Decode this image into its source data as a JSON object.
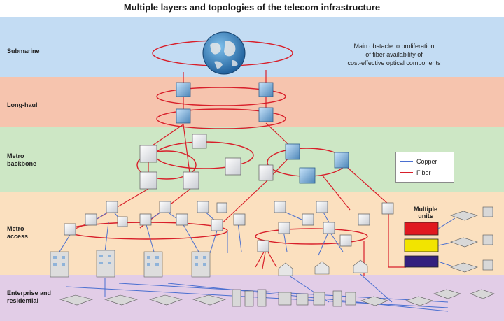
{
  "title": "Multiple layers and topologies of the telecom infrastructure",
  "layers": [
    {
      "id": "submarine",
      "label": "Submarine",
      "color": "#c3dcf3"
    },
    {
      "id": "long-haul",
      "label": "Long-haul",
      "color": "#f6c4ae"
    },
    {
      "id": "metro-backbone",
      "label": "Metro\nbackbone",
      "color": "#cde7c5"
    },
    {
      "id": "metro-access",
      "label": "Metro\naccess",
      "color": "#fbe0bf"
    },
    {
      "id": "enterprise",
      "label": "Enterprise and\nresidential",
      "color": "#e2cde7"
    }
  ],
  "note": "Main obstacle to proliferation\nof fiber availability of\ncost-effective optical components",
  "legend": {
    "copper": {
      "label": "Copper",
      "color": "#4a6fd0"
    },
    "fiber": {
      "label": "Fiber",
      "color": "#d81f2a"
    }
  },
  "multiple_units": {
    "label": "Multiple\nunits",
    "unit_colors": [
      "#e0181f",
      "#f2e400",
      "#33207e"
    ]
  }
}
